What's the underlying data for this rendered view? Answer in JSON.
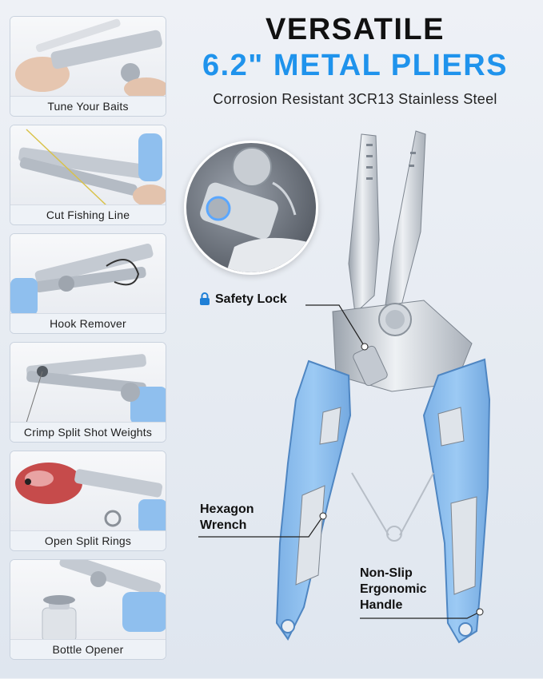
{
  "features": [
    {
      "label": "Tune Your Baits",
      "icon": "bait-tuning-photo"
    },
    {
      "label": "Cut Fishing Line",
      "icon": "line-cutting-photo"
    },
    {
      "label": "Hook Remover",
      "icon": "hook-removal-photo"
    },
    {
      "label": "Crimp Split Shot Weights",
      "icon": "crimping-photo"
    },
    {
      "label": "Open Split Rings",
      "icon": "split-ring-photo"
    },
    {
      "label": "Bottle Opener",
      "icon": "bottle-opener-photo"
    }
  ],
  "title": {
    "line1": "VERSATILE",
    "line2": "6.2\" METAL PLIERS",
    "subtitle": "Corrosion Resistant 3CR13 Stainless Steel"
  },
  "callouts": {
    "safety_lock": "Safety Lock",
    "hexagon_line1": "Hexagon",
    "hexagon_line2": "Wrench",
    "handle_line1": "Non-Slip",
    "handle_line2": "Ergonomic",
    "handle_line3": "Handle"
  },
  "colors": {
    "accent": "#1f93ec",
    "handle_blue": "#8fbfee",
    "steel": "#c9ced6",
    "lock_icon": "#1f7fd6"
  }
}
